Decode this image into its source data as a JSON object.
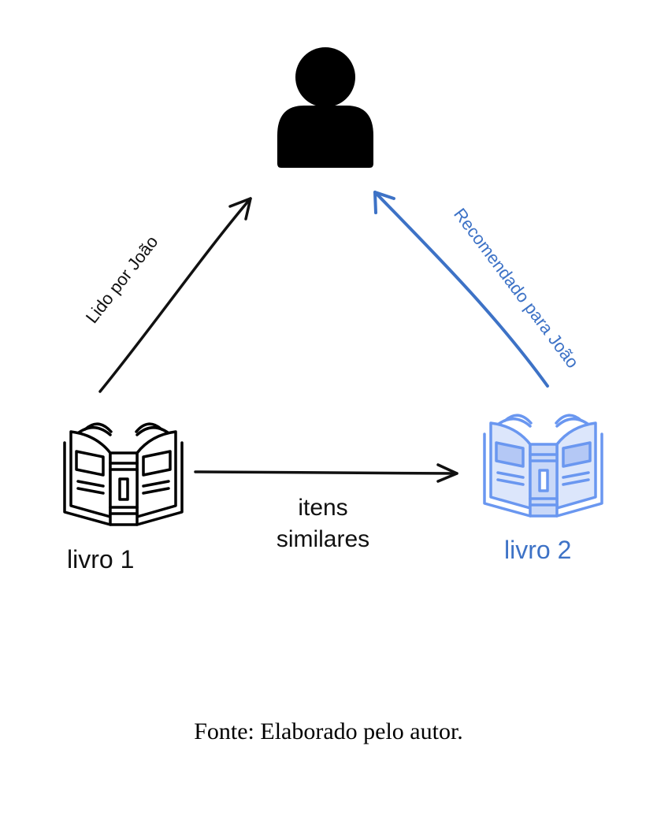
{
  "diagram": {
    "nodes": {
      "user": {
        "icon": "user-icon"
      },
      "book1": {
        "icon": "open-book-icon",
        "label": "livro 1"
      },
      "book2": {
        "icon": "open-book-icon",
        "label": "livro 2"
      }
    },
    "edges": {
      "read": {
        "from": "book1",
        "to": "user",
        "label": "Lido por João"
      },
      "recommended": {
        "from": "book2",
        "to": "user",
        "label": "Recomendado para João"
      },
      "similar": {
        "from": "book1",
        "to": "book2",
        "label": "itens similares"
      }
    }
  },
  "caption": "Fonte: Elaborado pelo autor.",
  "colors": {
    "default": "#111111",
    "highlight": "#3d72c6",
    "highlight_fill": "#dce6fb",
    "highlight_stroke": "#6a97f0"
  }
}
